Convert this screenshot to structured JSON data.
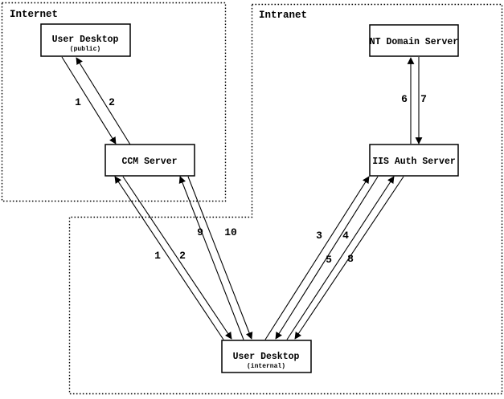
{
  "zones": [
    {
      "id": "internet",
      "label": "Internet"
    },
    {
      "id": "intranet",
      "label": "Intranet"
    }
  ],
  "nodes": [
    {
      "id": "user-desktop-public",
      "title": "User Desktop",
      "subtitle": "(public)",
      "zone": "internet"
    },
    {
      "id": "ccm-server",
      "title": "CCM Server",
      "subtitle": "",
      "zone": "internet"
    },
    {
      "id": "nt-domain-server",
      "title": "NT Domain Server",
      "subtitle": "",
      "zone": "intranet"
    },
    {
      "id": "iis-auth-server",
      "title": "IIS Auth Server",
      "subtitle": "",
      "zone": "intranet"
    },
    {
      "id": "user-desktop-internal",
      "title": "User Desktop",
      "subtitle": "(internal)",
      "zone": "intranet"
    }
  ],
  "edges": [
    {
      "label": "1",
      "from": "user-desktop-public",
      "to": "ccm-server"
    },
    {
      "label": "2",
      "from": "ccm-server",
      "to": "user-desktop-public"
    },
    {
      "label": "6",
      "from": "iis-auth-server",
      "to": "nt-domain-server"
    },
    {
      "label": "7",
      "from": "nt-domain-server",
      "to": "iis-auth-server"
    },
    {
      "label": "1",
      "from": "user-desktop-internal",
      "to": "ccm-server"
    },
    {
      "label": "2",
      "from": "ccm-server",
      "to": "user-desktop-internal"
    },
    {
      "label": "9",
      "from": "user-desktop-internal",
      "to": "ccm-server"
    },
    {
      "label": "10",
      "from": "ccm-server",
      "to": "user-desktop-internal"
    },
    {
      "label": "3",
      "from": "user-desktop-internal",
      "to": "iis-auth-server"
    },
    {
      "label": "4",
      "from": "iis-auth-server",
      "to": "user-desktop-internal"
    },
    {
      "label": "5",
      "from": "user-desktop-internal",
      "to": "iis-auth-server"
    },
    {
      "label": "8",
      "from": "iis-auth-server",
      "to": "user-desktop-internal"
    }
  ],
  "colors": {
    "stroke": "#000000",
    "background": "#ffffff",
    "node_fill": "#ffffff"
  }
}
